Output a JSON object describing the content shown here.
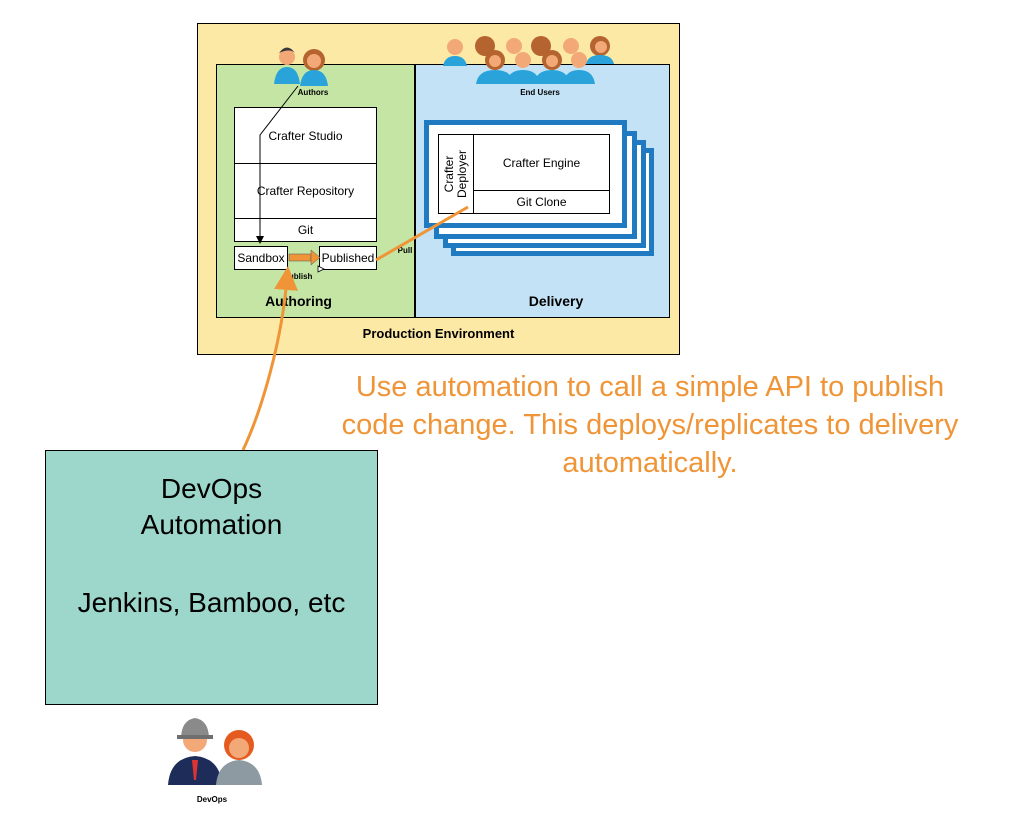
{
  "production": {
    "label": "Production Environment"
  },
  "authoring": {
    "label": "Authoring",
    "authors_label": "Authors",
    "studio": "Crafter Studio",
    "repository": "Crafter Repository",
    "git": "Git",
    "sandbox": "Sandbox",
    "published": "Published",
    "publish_label": "Publish",
    "pull_label": "Pull"
  },
  "delivery": {
    "label": "Delivery",
    "end_users_label": "End Users",
    "deployer": "Crafter Deployer",
    "engine": "Crafter Engine",
    "git_clone": "Git Clone"
  },
  "caption": {
    "line1": "Use automation to call a simple API to publish",
    "line2": "code change.  This deploys/replicates to delivery",
    "line3": "automatically."
  },
  "devops": {
    "title_line1": "DevOps",
    "title_line2": "Automation",
    "tools": "Jenkins, Bamboo, etc",
    "people_label": "DevOps"
  },
  "colors": {
    "production_bg": "#fde9a6",
    "authoring_bg": "#c5e5a5",
    "delivery_bg": "#c3e2f6",
    "devops_bg": "#9dd7cb",
    "accent_orange": "#ef9537",
    "delivery_blue": "#1f7ac1"
  },
  "icons": [
    "authors-people-icon",
    "end-users-people-icon",
    "devops-people-icon"
  ]
}
